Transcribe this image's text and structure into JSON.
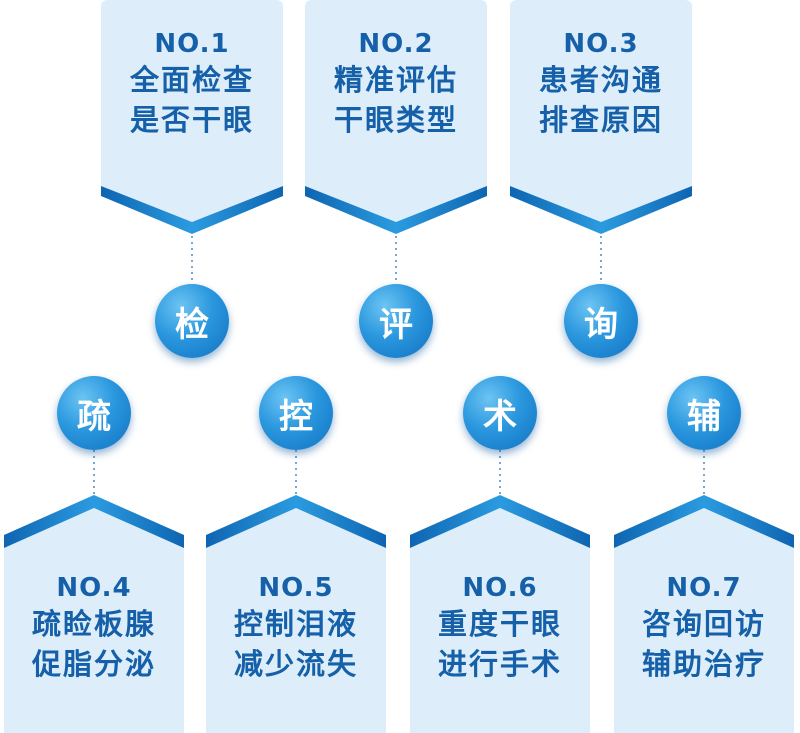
{
  "steps": [
    {
      "num": "NO.1",
      "line1": "全面检查",
      "line2": "是否干眼",
      "char": "检"
    },
    {
      "num": "NO.2",
      "line1": "精准评估",
      "line2": "干眼类型",
      "char": "评"
    },
    {
      "num": "NO.3",
      "line1": "患者沟通",
      "line2": "排查原因",
      "char": "询"
    },
    {
      "num": "NO.4",
      "line1": "疏睑板腺",
      "line2": "促脂分泌",
      "char": "疏"
    },
    {
      "num": "NO.5",
      "line1": "控制泪液",
      "line2": "减少流失",
      "char": "控"
    },
    {
      "num": "NO.6",
      "line1": "重度干眼",
      "line2": "进行手术",
      "char": "术"
    },
    {
      "num": "NO.7",
      "line1": "咨询回访",
      "line2": "辅助治疗",
      "char": "辅"
    }
  ],
  "colors": {
    "card_fill": "#ddeefa",
    "text_blue": "#1560a8",
    "chevron_light": "#2b9be0",
    "chevron_dark": "#0e65b2",
    "circle": "#1a86d4",
    "connector": "#7aa6cc"
  }
}
